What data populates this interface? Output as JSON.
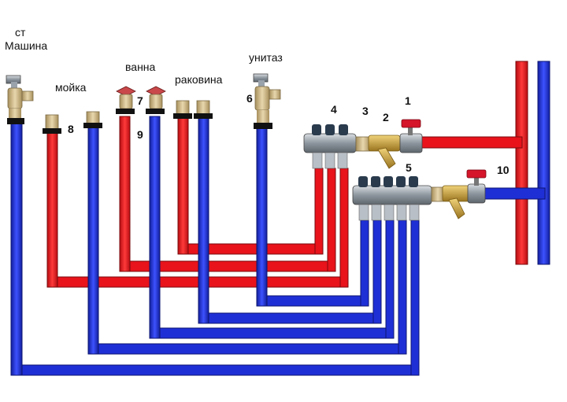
{
  "labels": {
    "washer_line1": "ст",
    "washer_line2": "Машина",
    "sink": "мойка",
    "bath": "ванна",
    "basin": "раковина",
    "toilet": "унитаз"
  },
  "numbers": {
    "n1": "1",
    "n2": "2",
    "n3": "3",
    "n4": "4",
    "n5": "5",
    "n6": "6",
    "n7": "7",
    "n8": "8",
    "n9": "9",
    "n10": "10"
  },
  "colors": {
    "hot_pipe": "#e8131b",
    "cold_pipe": "#1f2fd6",
    "fitting_brass": "#c9b48a",
    "manifold_metal": "#9aa3ab",
    "valve_handle": "#d4152a",
    "filter_brass": "#c9a441"
  }
}
